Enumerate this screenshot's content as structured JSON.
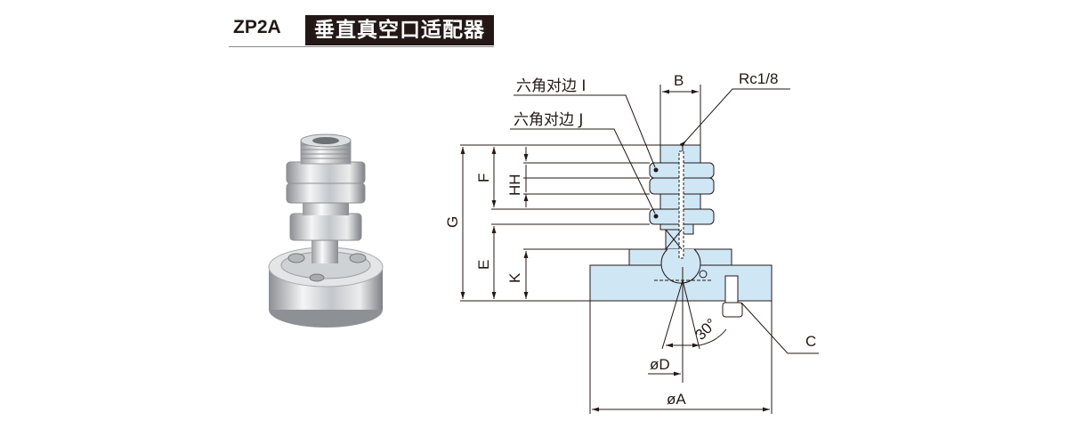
{
  "header": {
    "model": "ZP2A",
    "title": "垂直真空口适配器"
  },
  "diagram": {
    "labels": {
      "hex_i": "六角对边 I",
      "hex_j": "六角对边 J",
      "b": "B",
      "port": "Rc1/8",
      "g": "G",
      "f": "F",
      "hh": "HH",
      "e": "E",
      "k": "K",
      "angle": "30°",
      "c": "C",
      "d": "øD",
      "a": "øA"
    },
    "colors": {
      "part_fill": "#cfe6f5",
      "line": "#231815"
    }
  }
}
